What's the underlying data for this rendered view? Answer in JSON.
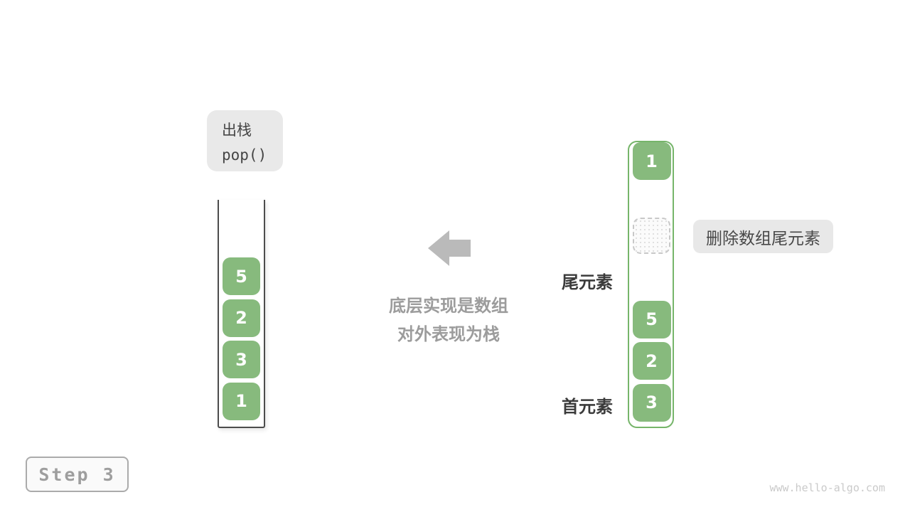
{
  "colors": {
    "cell_green": "#87ba7d",
    "array_border_green": "#76b56a",
    "gray_box_bg": "#e9e9e9",
    "dark_text": "#454545",
    "label_text": "#3b3b3b",
    "muted_caption_text": "#9c9c9c",
    "arrow_gray": "#bababa",
    "stack_border": "#4c4c4c",
    "watermark_gray": "#cacaca"
  },
  "operation_box": {
    "title": "出栈",
    "code": "pop()"
  },
  "stack": {
    "cells": [
      "5",
      "2",
      "3",
      "1"
    ]
  },
  "center": {
    "arrow_icon": "left-arrow",
    "caption_line1": "底层实现是数组",
    "caption_line2": "对外表现为栈"
  },
  "array": {
    "ellipsis_icon": "vertical-ellipsis",
    "empty_slot_count": 2,
    "cells": [
      "5",
      "2",
      "3",
      "1"
    ],
    "tail_label": "尾元素",
    "head_label": "首元素"
  },
  "annotation": {
    "label": "删除数组尾元素"
  },
  "step_badge": {
    "label": "Step 3"
  },
  "watermark": {
    "text": "www.hello-algo.com"
  }
}
